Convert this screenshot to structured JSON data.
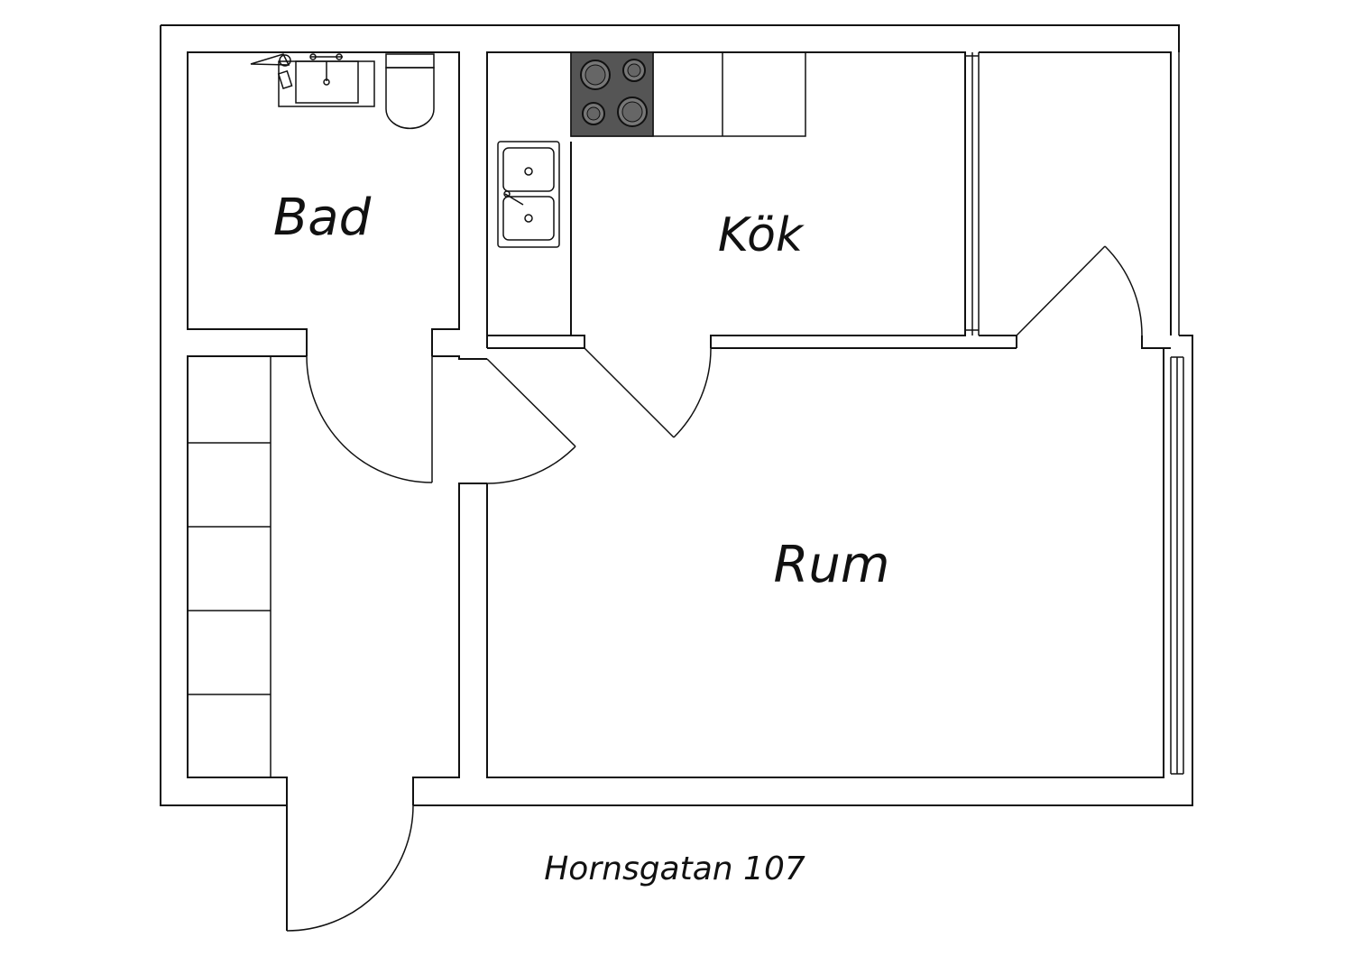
{
  "rooms": {
    "bathroom": {
      "label": "Bad"
    },
    "kitchen": {
      "label": "Kök"
    },
    "living_room": {
      "label": "Rum"
    }
  },
  "address": "Hornsgatan 107",
  "colors": {
    "line": "#111111",
    "stove": "#555555",
    "background": "#ffffff"
  }
}
